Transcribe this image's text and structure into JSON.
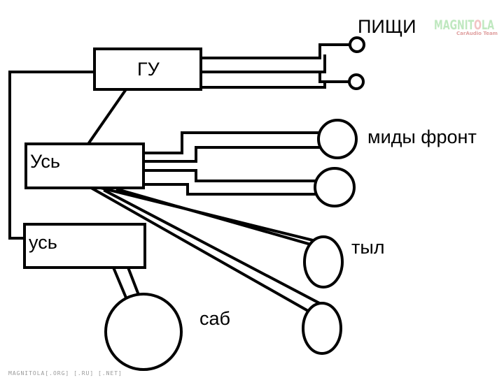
{
  "diagram": {
    "head_unit": "ГУ",
    "amp_front": "Усь",
    "amp_sub": "усь",
    "tweeters": "ПИЩИ",
    "mids_front": "миды фронт",
    "rear": "тыл",
    "sub": "саб"
  },
  "logo": {
    "main": "MAGNITOLA",
    "main_left": "MAGNIT",
    "main_o": "O",
    "main_right": "LA",
    "tagline": "CarAudio Team"
  },
  "watermark": "MAGNITOLA[.ORG] [.RU] [.NET]"
}
